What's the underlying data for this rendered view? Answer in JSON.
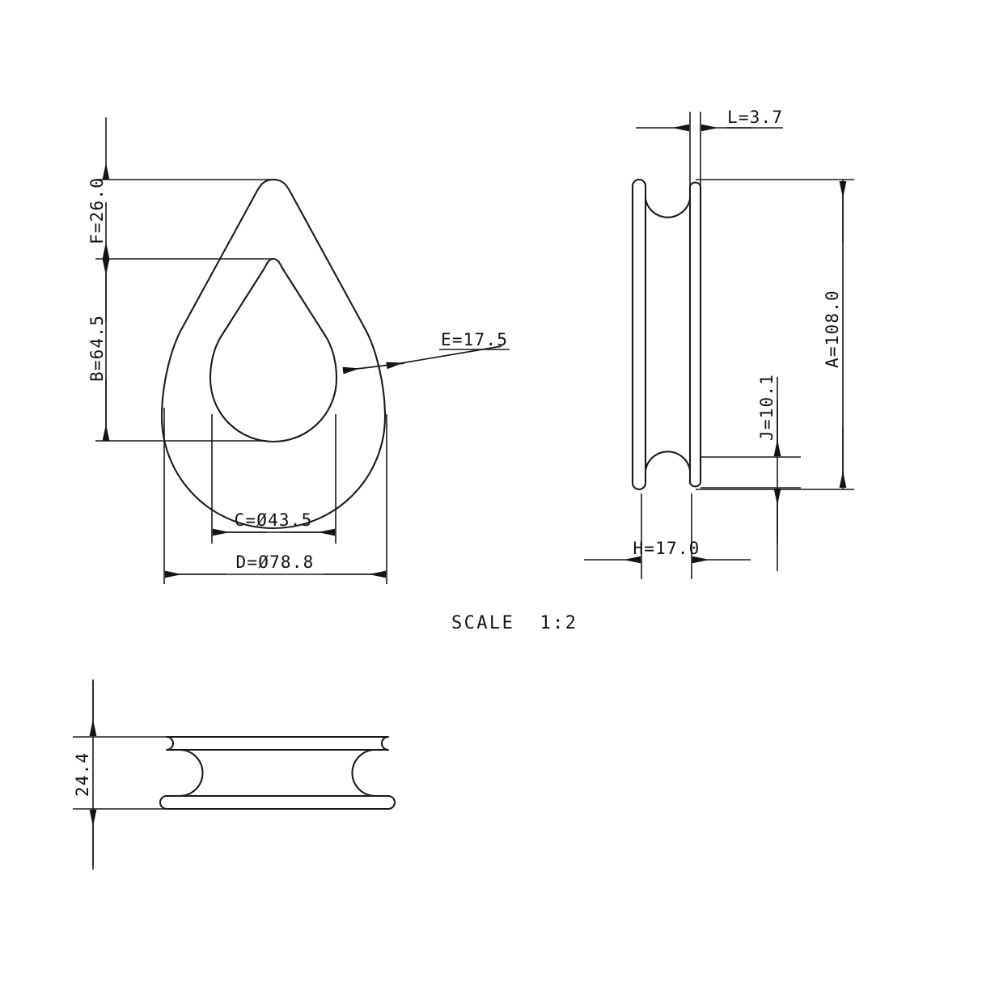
{
  "drawing": {
    "title": "Wire rope thimble / sheave technical drawing",
    "scale_label": "SCALE  1:2",
    "units": "mm",
    "line_color": "#1a1a1a",
    "background_color": "#ffffff"
  },
  "views": {
    "front": {
      "name": "front-view",
      "description": "Teardrop thimble outline with inner teardrop groove profile"
    },
    "side": {
      "name": "side-view",
      "description": "Side elevation of sheave body with top and bottom semicircular groove notches"
    },
    "bottom": {
      "name": "bottom-view",
      "description": "Rotated sheave profile, horizontal band with left and right semicircular notches"
    }
  },
  "dimensions": {
    "F": {
      "label": "F=26.0",
      "value": 26.0,
      "symbol": "F",
      "view": "front",
      "orientation": "vertical"
    },
    "B": {
      "label": "B=64.5",
      "value": 64.5,
      "symbol": "B",
      "view": "front",
      "orientation": "vertical"
    },
    "E": {
      "label": "E=17.5",
      "value": 17.5,
      "symbol": "E",
      "view": "front",
      "orientation": "leader"
    },
    "C": {
      "label": "C=Ø43.5",
      "value": 43.5,
      "symbol": "C",
      "view": "front",
      "orientation": "horizontal"
    },
    "D": {
      "label": "D=Ø78.8",
      "value": 78.8,
      "symbol": "D",
      "view": "front",
      "orientation": "horizontal"
    },
    "L": {
      "label": "L=3.7",
      "value": 3.7,
      "symbol": "L",
      "view": "side",
      "orientation": "horizontal"
    },
    "A": {
      "label": "A=108.0",
      "value": 108.0,
      "symbol": "A",
      "view": "side",
      "orientation": "vertical"
    },
    "J": {
      "label": "J=10.1",
      "value": 10.1,
      "symbol": "J",
      "view": "side",
      "orientation": "vertical"
    },
    "H": {
      "label": "H=17.0",
      "value": 17.0,
      "symbol": "H",
      "view": "side",
      "orientation": "horizontal"
    },
    "T": {
      "label": "24.4",
      "value": 24.4,
      "symbol": "",
      "view": "bottom",
      "orientation": "vertical"
    }
  }
}
